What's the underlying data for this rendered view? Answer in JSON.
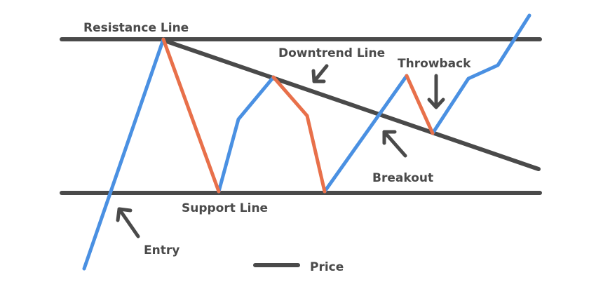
{
  "labels": {
    "resistance": "Resistance Line",
    "downtrend": "Downtrend Line",
    "throwback": "Throwback",
    "support": "Support Line",
    "breakout": "Breakout",
    "entry": "Entry",
    "legend": "Price"
  },
  "colors": {
    "line": "#4a4a4a",
    "rising": "#4a90e2",
    "falling": "#e8704a",
    "text": "#4a4a4a"
  }
}
